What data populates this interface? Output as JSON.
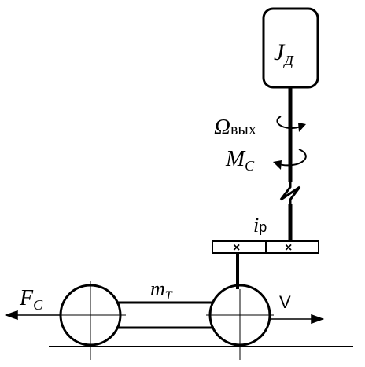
{
  "labels": {
    "inertia_main": "J",
    "inertia_sub": "Д",
    "omega_main": "Ω",
    "omega_sub": "вых",
    "moment_main": "M",
    "moment_sub": "C",
    "ratio_main": "i",
    "ratio_sub": "р",
    "mass_main": "m",
    "mass_sub": "T",
    "force_main": "F",
    "force_sub": "C",
    "velocity": "V"
  },
  "icons": {
    "cross_mark": "×"
  }
}
